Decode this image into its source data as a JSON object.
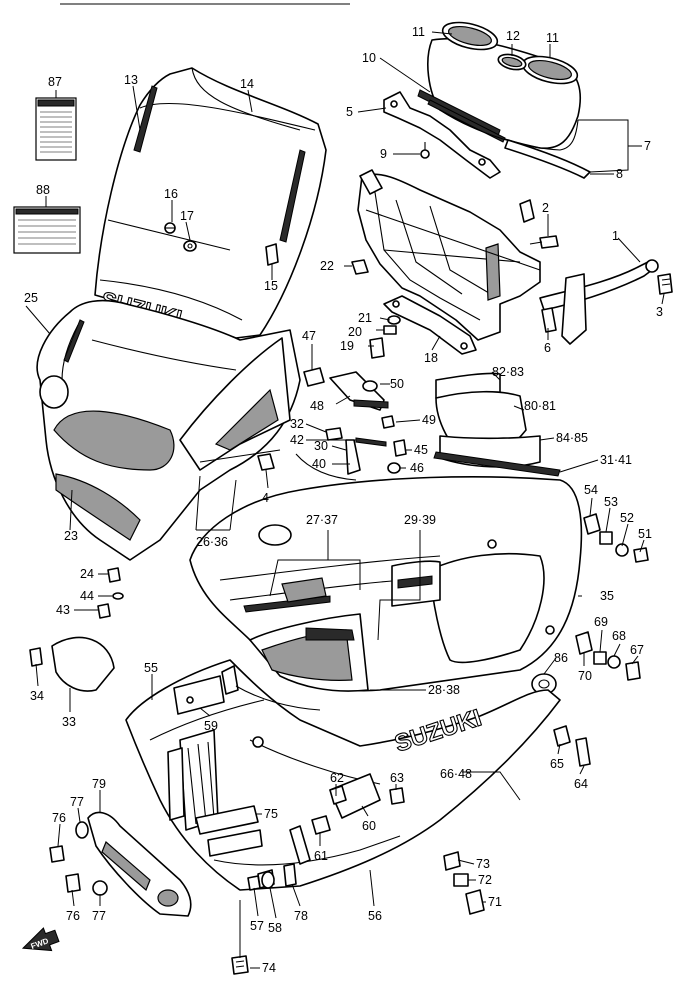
{
  "diagram": {
    "callouts": [
      "87",
      "88",
      "13",
      "14",
      "11",
      "12",
      "11",
      "10",
      "5",
      "9",
      "7",
      "8",
      "2",
      "1",
      "3",
      "16",
      "17",
      "15",
      "22",
      "25",
      "21",
      "20",
      "19",
      "18",
      "6",
      "47",
      "50",
      "48",
      "49",
      "82·83",
      "80·81",
      "84·85",
      "32",
      "30",
      "42",
      "40",
      "45",
      "46",
      "31·41",
      "4",
      "23",
      "26·36",
      "27·37",
      "29·39",
      "54",
      "53",
      "52",
      "51",
      "24",
      "44",
      "43",
      "35",
      "34",
      "33",
      "55",
      "59",
      "69",
      "68",
      "67",
      "70",
      "86",
      "28·38",
      "65",
      "64",
      "66·48",
      "62",
      "63",
      "60",
      "61",
      "75",
      "79",
      "77",
      "76",
      "76",
      "77",
      "73",
      "72",
      "71",
      "57",
      "58",
      "78",
      "56",
      "74"
    ],
    "brand_text": [
      "SUZUKI",
      "SUZUKI"
    ],
    "fwd_text": "FWD"
  }
}
